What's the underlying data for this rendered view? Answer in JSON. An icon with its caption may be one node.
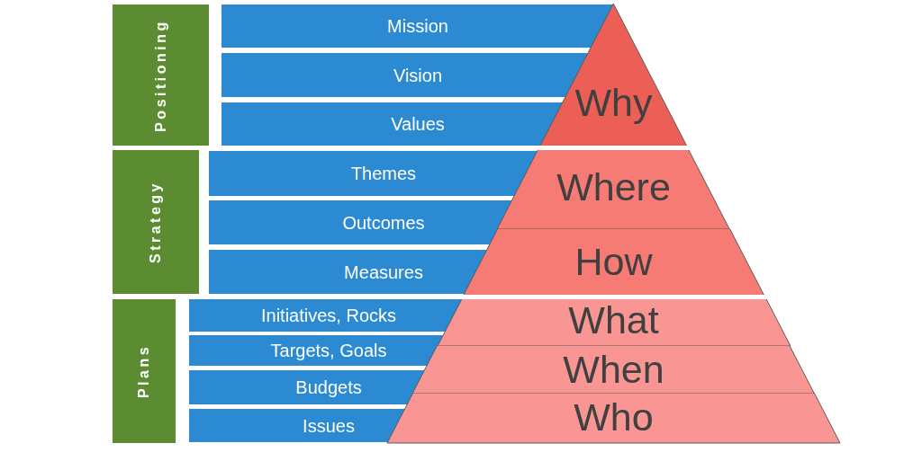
{
  "diagram": {
    "nodes": [
      {
        "text": [
          "Positioning"
        ]
      },
      {
        "text": [
          "Mission"
        ]
      },
      {
        "text": [
          "Vision"
        ]
      },
      {
        "text": [
          "Values"
        ]
      },
      {
        "text": [
          "Why"
        ]
      },
      {
        "text": [
          "Strategy"
        ]
      },
      {
        "text": [
          "Themes"
        ]
      },
      {
        "text": [
          "Outcomes"
        ]
      },
      {
        "text": [
          "Measures"
        ]
      },
      {
        "text": [
          "Where"
        ]
      },
      {
        "text": [
          "How"
        ]
      },
      {
        "text": [
          "Plans"
        ]
      },
      {
        "text": [
          "Initiatives, Rocks"
        ]
      },
      {
        "text": [
          "Targets, Goals"
        ]
      },
      {
        "text": [
          "Budgets"
        ]
      },
      {
        "text": [
          "Issues"
        ]
      },
      {
        "text": [
          "What"
        ]
      },
      {
        "text": [
          "When"
        ]
      },
      {
        "text": [
          "Who"
        ]
      }
    ]
  }
}
